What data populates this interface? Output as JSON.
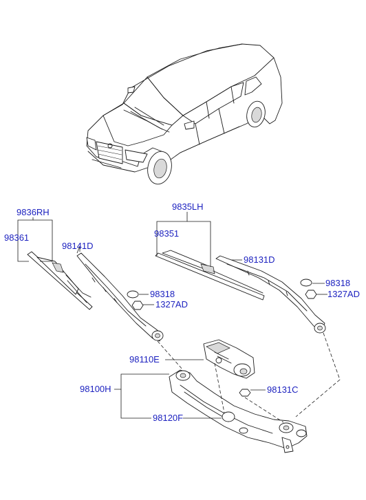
{
  "labels": {
    "blade_rh_assy": "9836RH",
    "blade_rh_refill": "98361",
    "arm_rh": "98141D",
    "blade_lh_assy": "9835LH",
    "blade_lh_refill": "98351",
    "arm_lh": "98131D",
    "cap_rh": "98318",
    "nut_rh": "1327AD",
    "cap_lh": "98318",
    "nut_lh": "1327AD",
    "motor": "98110E",
    "linkage_assy": "98100H",
    "linkage": "98120F",
    "pivot": "98131C"
  },
  "colors": {
    "label_text": "#1a1fbf",
    "line_art": "#1a1a1a",
    "background": "#ffffff"
  }
}
